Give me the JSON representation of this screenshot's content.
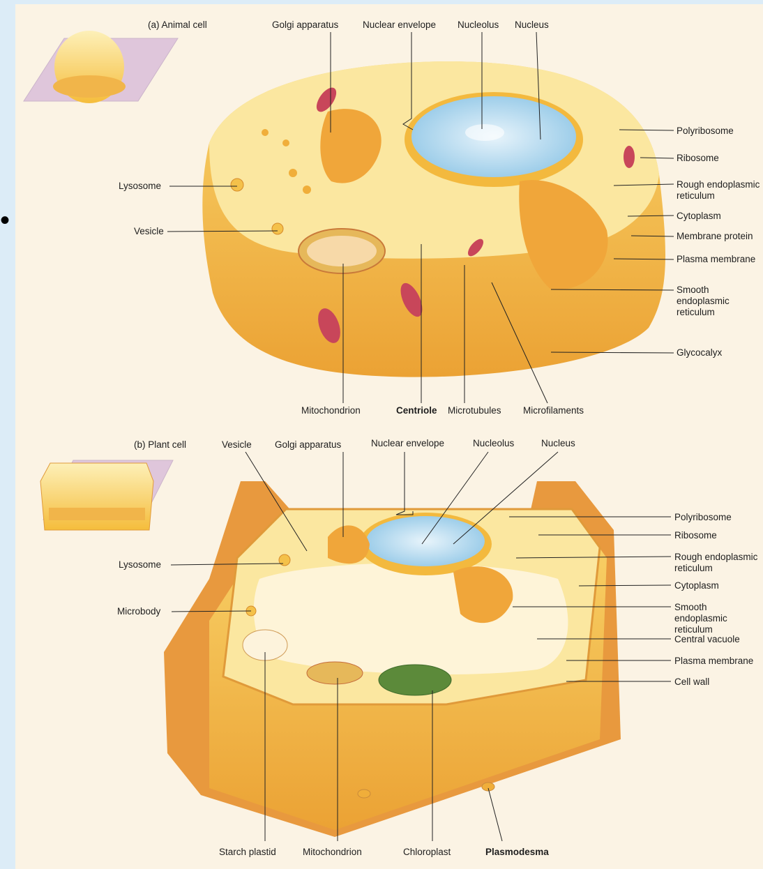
{
  "animal": {
    "title": "(a) Animal cell",
    "top_labels": [
      "Golgi apparatus",
      "Nuclear envelope",
      "Nucleolus",
      "Nucleus"
    ],
    "left_labels": [
      "Lysosome",
      "Vesicle"
    ],
    "right_labels": [
      "Polyribosome",
      "Ribosome",
      "Rough endoplasmic reticulum",
      "Cytoplasm",
      "Membrane protein",
      "Plasma membrane",
      "Smooth endoplasmic reticulum",
      "Glycocalyx"
    ],
    "bottom_labels": [
      "Mitochondrion",
      "Centriole",
      "Microtubules",
      "Microfilaments"
    ]
  },
  "plant": {
    "title": "(b) Plant cell",
    "top_labels": [
      "Vesicle",
      "Golgi apparatus",
      "Nuclear envelope",
      "Nucleolus",
      "Nucleus"
    ],
    "left_labels": [
      "Lysosome",
      "Microbody"
    ],
    "right_labels": [
      "Polyribosome",
      "Ribosome",
      "Rough endoplasmic reticulum",
      "Cytoplasm",
      "Smooth endoplasmic reticulum",
      "Central vacuole",
      "Plasma membrane",
      "Cell wall"
    ],
    "bottom_labels": [
      "Starch plastid",
      "Mitochondrion",
      "Chloroplast",
      "Plasmodesma"
    ]
  },
  "colors": {
    "cell_fill": "#f7c94c",
    "cell_light": "#fde48a",
    "nucleus": "#a9d5ee",
    "organelle_red": "#c8465a",
    "chloroplast": "#5c8a3a",
    "wall": "#e3913a"
  }
}
